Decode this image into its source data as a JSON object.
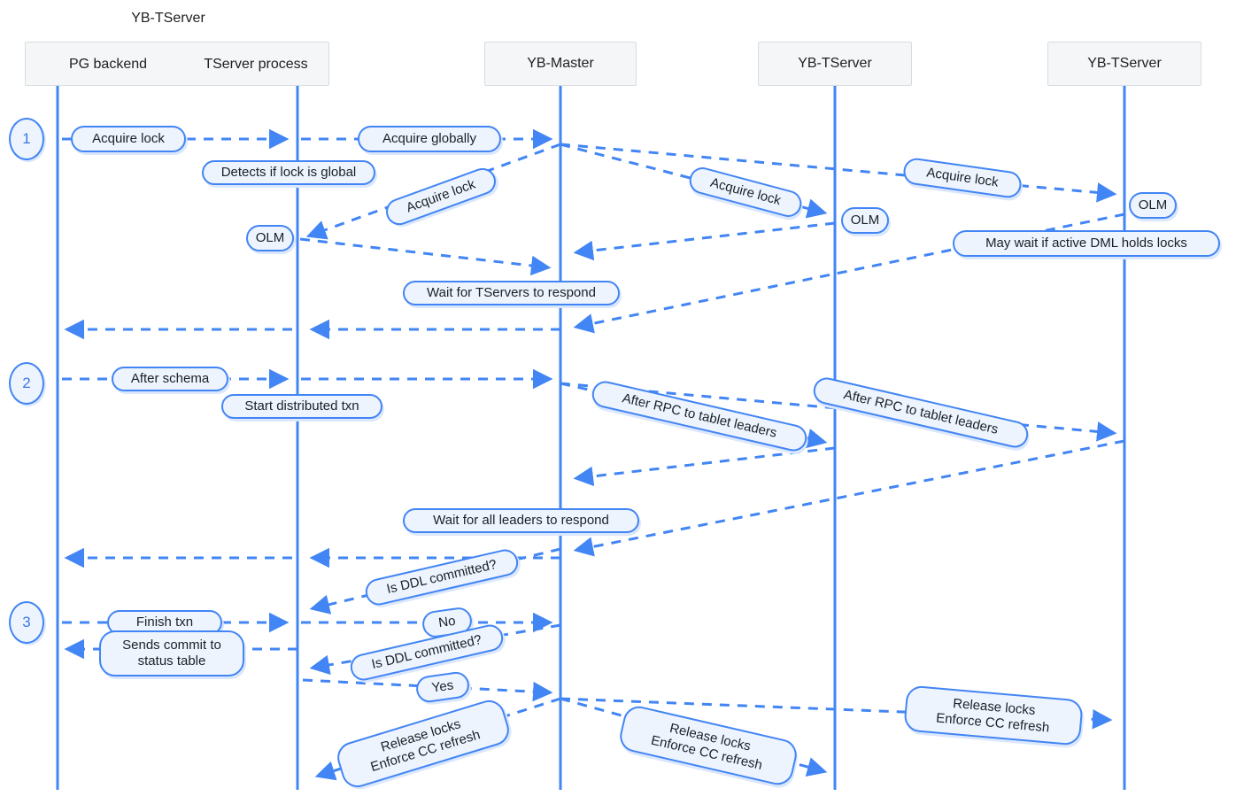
{
  "group_title": "YB-TServer",
  "participants": {
    "pg": "PG backend",
    "tserver_process": "TServer process",
    "master": "YB-Master",
    "tserver1": "YB-TServer",
    "tserver2": "YB-TServer"
  },
  "steps": {
    "s1": "1",
    "s2": "2",
    "s3": "3"
  },
  "messages": {
    "acquire_lock": "Acquire lock",
    "acquire_globally": "Acquire globally",
    "detects_global": "Detects if lock is global",
    "olm": "OLM",
    "may_wait": "May wait if active DML holds locks",
    "wait_tservers": "Wait for TServers to respond",
    "after_schema": "After schema",
    "start_txn": "Start distributed txn",
    "after_rpc": "After RPC to tablet leaders",
    "wait_leaders": "Wait for all leaders to respond",
    "is_ddl_committed": "Is DDL committed?",
    "no": "No",
    "finish_txn": "Finish txn",
    "sends_commit": "Sends commit to\nstatus table",
    "yes": "Yes",
    "release_locks": "Release locks\nEnforce CC refresh"
  },
  "colors": {
    "accent": "#4285f4",
    "pill_fill": "#eef4fe",
    "header_fill": "#f4f6f8"
  }
}
